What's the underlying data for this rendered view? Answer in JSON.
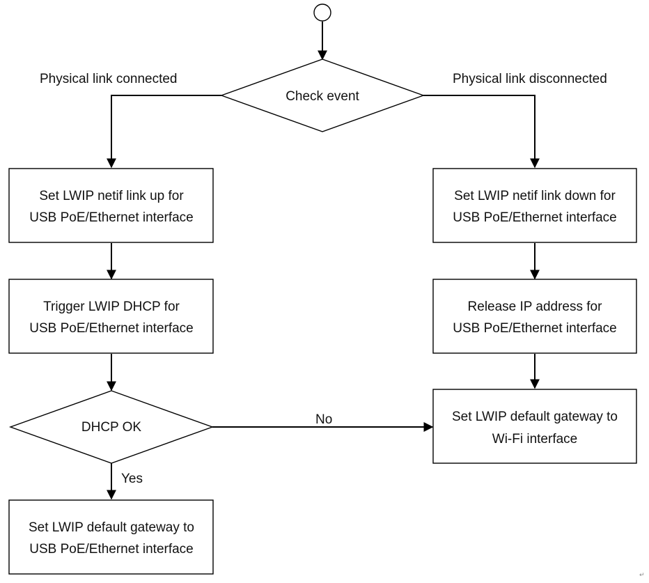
{
  "diagram": {
    "decisions": {
      "check_event": "Check event",
      "dhcp_ok": "DHCP OK"
    },
    "edge_labels": {
      "connected": "Physical link connected",
      "disconnected": "Physical link disconnected",
      "no": "No",
      "yes": "Yes"
    },
    "boxes": {
      "link_up": [
        "Set LWIP netif link up for",
        "USB PoE/Ethernet interface"
      ],
      "trigger_dhcp": [
        "Trigger LWIP DHCP for",
        "USB PoE/Ethernet interface"
      ],
      "gateway_usb": [
        "Set LWIP default gateway to",
        "USB PoE/Ethernet interface"
      ],
      "link_down": [
        "Set LWIP netif link down for",
        "USB PoE/Ethernet interface"
      ],
      "release_ip": [
        "Release IP address for",
        "USB PoE/Ethernet interface"
      ],
      "gateway_wifi": [
        "Set LWIP default gateway to",
        "Wi-Fi interface"
      ]
    },
    "paragraph_mark": "↵"
  }
}
